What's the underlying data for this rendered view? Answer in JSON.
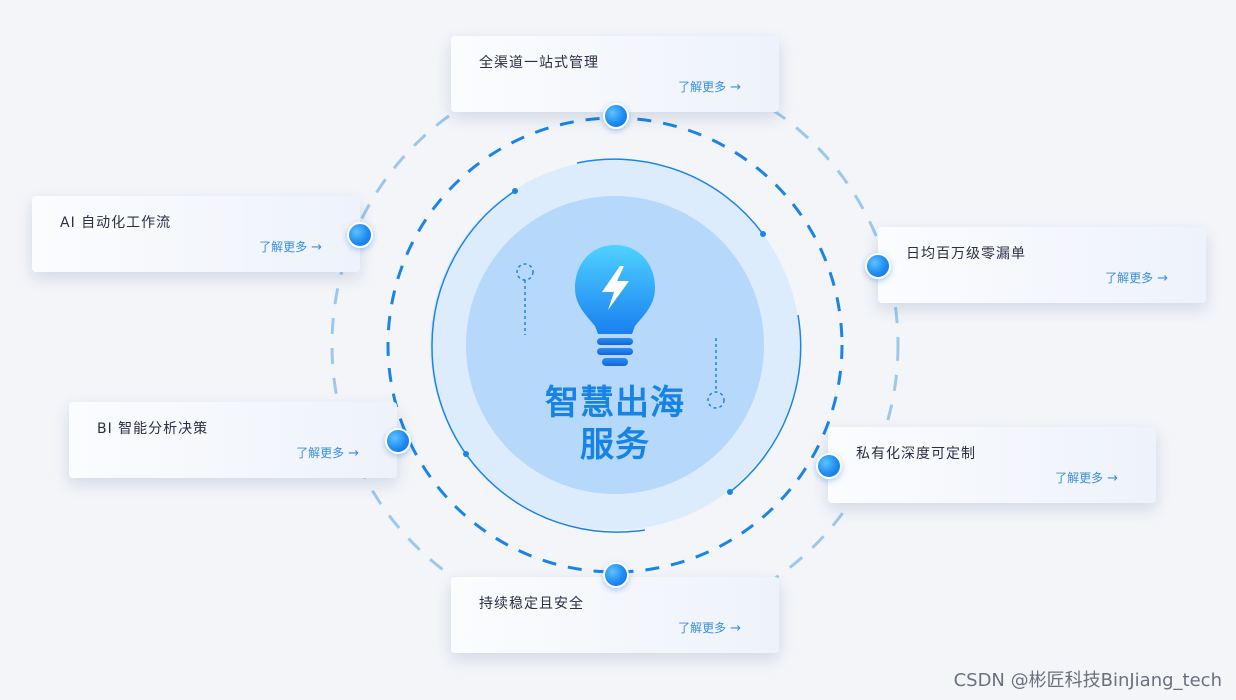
{
  "center": {
    "title_line1": "智慧出海",
    "title_line2": "服务"
  },
  "cards": [
    {
      "title": "全渠道一站式管理",
      "link": "了解更多"
    },
    {
      "title": "AI 自动化工作流",
      "link": "了解更多"
    },
    {
      "title": "日均百万级零漏单",
      "link": "了解更多"
    },
    {
      "title": "BI 智能分析决策",
      "link": "了解更多"
    },
    {
      "title": "私有化深度可定制",
      "link": "了解更多"
    },
    {
      "title": "持续稳定且安全",
      "link": "了解更多"
    }
  ],
  "icons": {
    "center": "lightbulb-bolt-icon",
    "link_arrow": "arrow-right-icon"
  },
  "colors": {
    "accent": "#1684e6",
    "link": "#3a8fdf",
    "node": "#1e8af0",
    "outer_ring": "#9cc8ee",
    "inner_disc": "#b5d8fb",
    "halo_disc": "#dcecfc"
  },
  "watermark": "CSDN @彬匠科技BinJiang_tech"
}
